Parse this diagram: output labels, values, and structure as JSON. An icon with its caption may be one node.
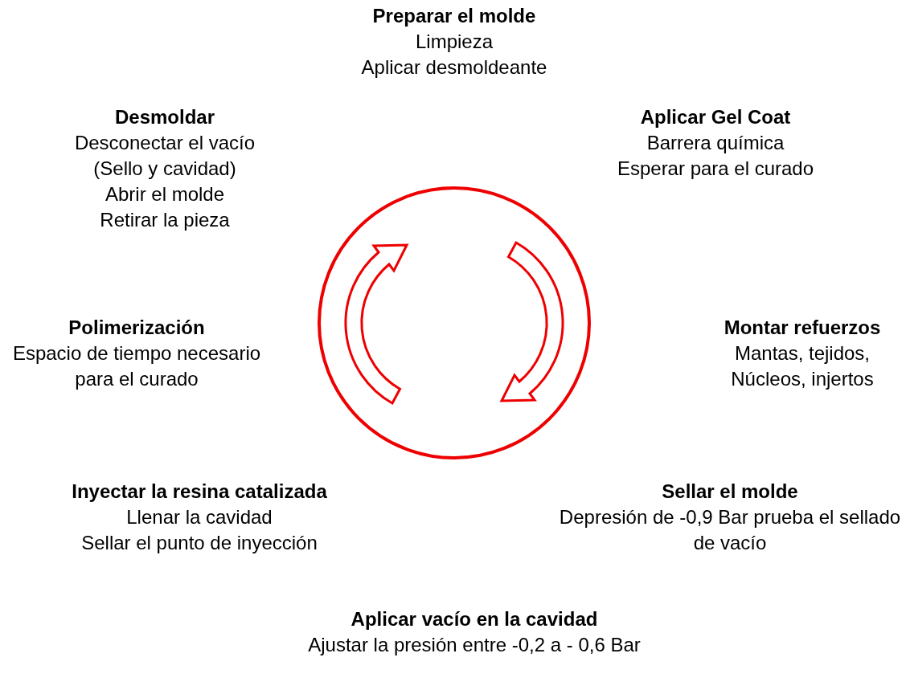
{
  "diagram": {
    "nodes": [
      {
        "text": [
          "Preparar el molde",
          "Limpieza",
          "Aplicar desmoldeante"
        ]
      },
      {
        "text": [
          "Aplicar Gel Coat",
          "Barrera química",
          "Esperar para el curado"
        ]
      },
      {
        "text": [
          "Montar refuerzos",
          "Mantas, tejidos,",
          "Núcleos, injertos"
        ]
      },
      {
        "text": [
          "Sellar el molde",
          "Depresión de -0,9 Bar prueba el sellado de vacío"
        ]
      },
      {
        "text": [
          "Aplicar vacío en la cavidad",
          "Ajustar la presión entre -0,2 a - 0,6 Bar"
        ]
      },
      {
        "text": [
          "Inyectar la resina catalizada",
          "Llenar la cavidad",
          "Sellar el punto de inyección"
        ]
      },
      {
        "text": [
          "Polimerización",
          "Espacio de tiempo necesario para el curado"
        ]
      },
      {
        "text": [
          "Desmoldar",
          "Desconectar el vacío (Sello y cavidad)",
          "Abrir el molde",
          "Retirar la pieza"
        ]
      },
      {
        "text": [],
        "shape": "circle"
      }
    ]
  }
}
